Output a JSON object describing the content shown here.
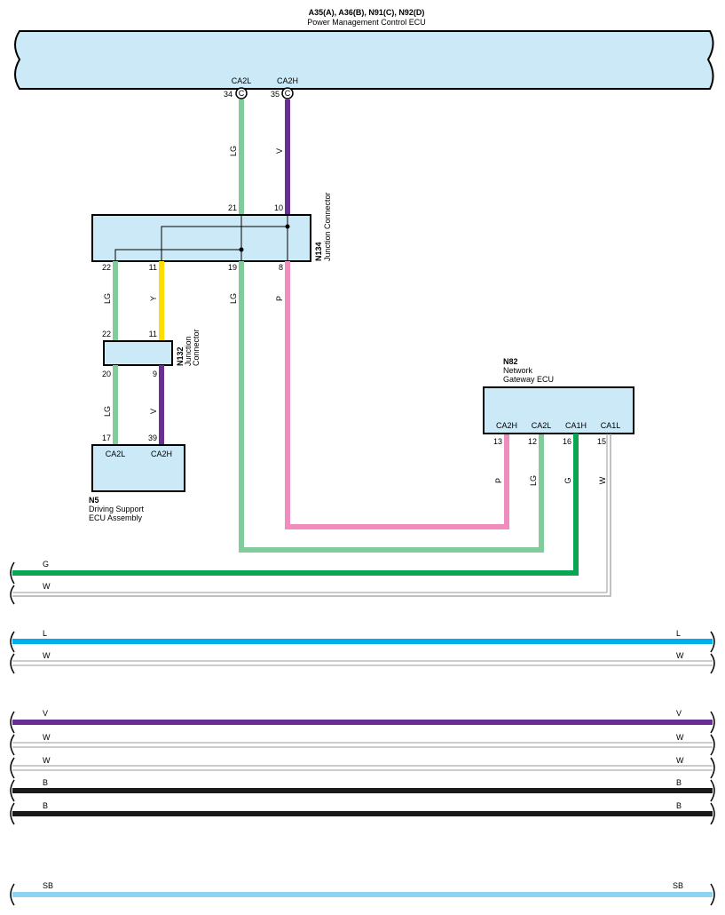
{
  "colors": {
    "LG": "#82cc9c",
    "V": "#6a2d91",
    "Y": "#ffdd00",
    "P": "#f08cbe",
    "G": "#0aa550",
    "W": "#aaaaaa",
    "L": "#00aeef",
    "B": "#1a1a1a",
    "SB": "#8fd3f2",
    "box": "#cce9f7"
  },
  "ecu_top": {
    "id": "A35(A), A36(B), N91(C), N92(D)",
    "name": "Power Management Control ECU",
    "terminals": [
      {
        "pin": "34",
        "name": "CA2L",
        "conn": "C",
        "wire": "LG"
      },
      {
        "pin": "35",
        "name": "CA2H",
        "conn": "C",
        "wire": "V"
      }
    ]
  },
  "n134": {
    "id": "N134",
    "name": "Junction Connector",
    "top_pins": [
      "21",
      "10"
    ],
    "bottom_pins": [
      "22",
      "11",
      "19",
      "8"
    ]
  },
  "n132": {
    "id": "N132",
    "name_line1": "Junction",
    "name_line2": "Connector",
    "top_pins": [
      "22",
      "11"
    ],
    "bottom_pins": [
      "20",
      "9"
    ]
  },
  "n5": {
    "id": "N5",
    "name_line1": "Driving Support",
    "name_line2": "ECU Assembly",
    "pins": [
      "17",
      "39"
    ],
    "terminals": [
      "CA2L",
      "CA2H"
    ]
  },
  "n82": {
    "id": "N82",
    "name_line1": "Network",
    "name_line2": "Gateway ECU",
    "pins": [
      "13",
      "12",
      "16",
      "15"
    ],
    "terminals": [
      "CA2H",
      "CA2L",
      "CA1H",
      "CA1L"
    ]
  },
  "wire_labels": {
    "lg": "LG",
    "v": "V",
    "y": "Y",
    "p": "P",
    "g": "G",
    "w": "W",
    "l": "L",
    "b": "B",
    "sb": "SB"
  }
}
